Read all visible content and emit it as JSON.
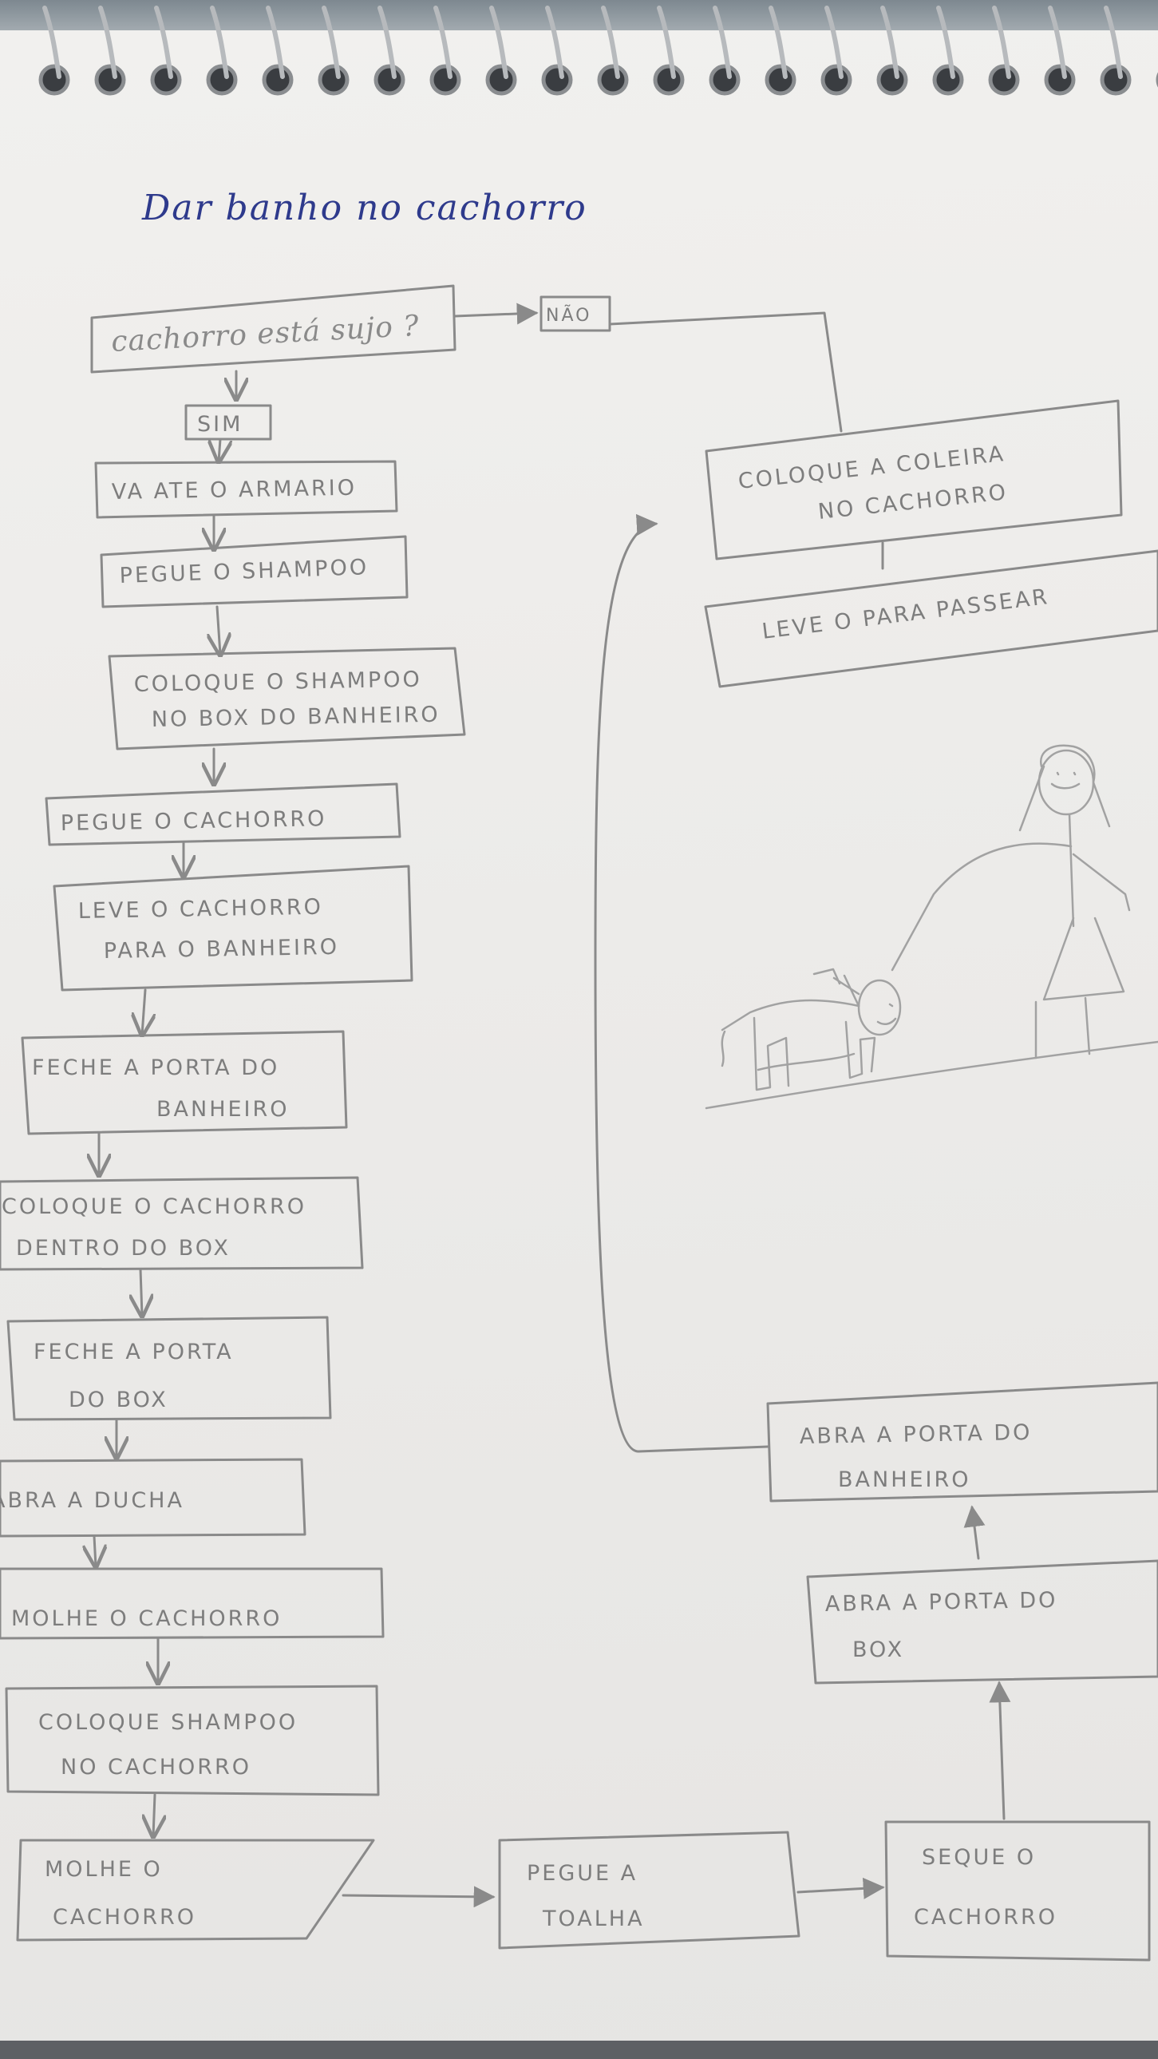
{
  "title": "Dar banho no cachorro",
  "decision": {
    "question": "cachorro está sujo ?",
    "yes_label": "SIM",
    "no_label": "NÃO"
  },
  "steps": [
    "VA ATE O ARMARIO",
    "PEGUE O SHAMPOO",
    "COLOQUE O SHAMPOO NO BOX DO BANHEIRO",
    "PEGUE O CACHORRO",
    "LEVE O CACHORRO PARA O BANHEIRO",
    "FECHE A PORTA DO BANHEIRO",
    "COLOQUE O CACHORRO DENTRO DO BOX",
    "FECHE A PORTA DO BOX",
    "ABRA A DUCHA",
    "MOLHE O CACHORRO",
    "COLOQUE SHAMPOO NO CACHORRO",
    "MOLHE O CACHORRO",
    "PEGUE A TOALHA",
    "SEQUE O CACHORRO",
    "ABRA A PORTA DO BOX",
    "ABRA A PORTA DO BANHEIRO",
    "COLOQUE A COLEIRA NO CACHORRO",
    "LEVE O PARA PASSEAR"
  ],
  "colors": {
    "ink": "#2e3a8c",
    "pencil": "#8a8a8a",
    "paper": "#eeedeb"
  },
  "illustration": "girl-and-dog-drawing"
}
